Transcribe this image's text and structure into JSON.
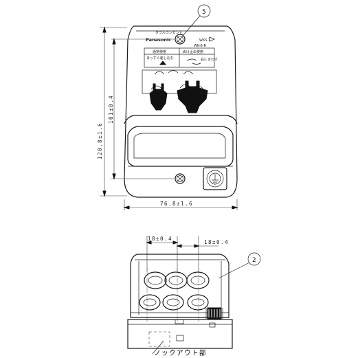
{
  "callouts": {
    "top": "5",
    "side": "2"
  },
  "dimensions": {
    "overall_height": "120.8±1.6",
    "inner_height": "101±0.4",
    "overall_width": "76.8±1.6",
    "pitch_left": "18±0.4",
    "pitch_right": "18±0.4"
  },
  "label_panel": {
    "brand": "Panasonic",
    "small_left": "ダブルコンセント",
    "small_right": "WKS 1",
    "sub_code": "WK-8-R",
    "col_left_title": "通常使用",
    "col_right_title": "ぬけ止め使用",
    "left_note": "まっすぐ差し込む",
    "right_note": "右にまわす"
  },
  "knockout_label": "ノックアウト部"
}
